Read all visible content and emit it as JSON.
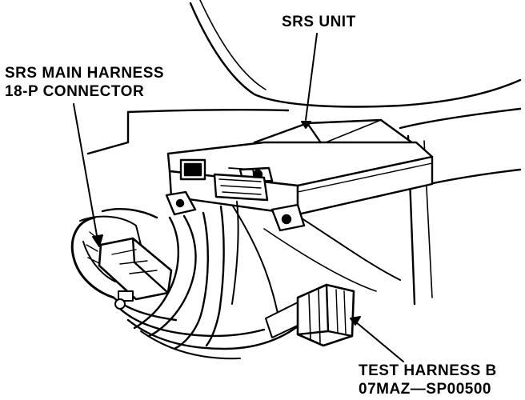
{
  "labels": {
    "srs_unit": "SRS UNIT",
    "main_harness": {
      "line1": "SRS MAIN HARNESS",
      "line2": "18-P CONNECTOR"
    },
    "test_harness": {
      "line1": "TEST HARNESS B",
      "line2": "07MAZ—SP00500"
    }
  },
  "colors": {
    "ink": "#000000",
    "paper": "#ffffff"
  }
}
